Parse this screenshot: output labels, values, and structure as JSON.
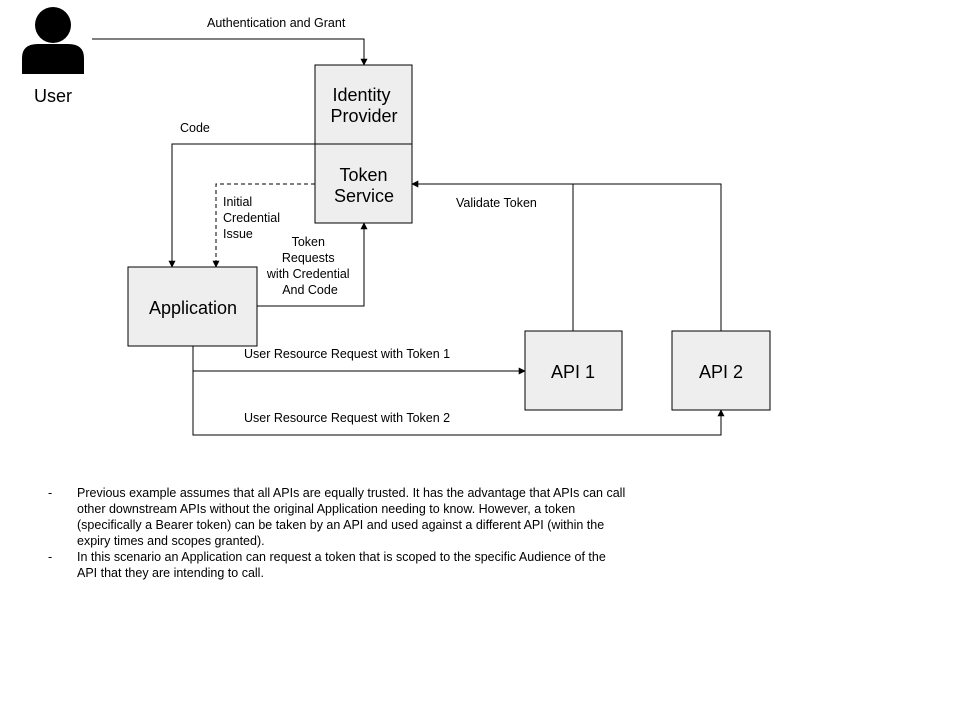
{
  "user": {
    "label": "User",
    "icon": "user-person-icon"
  },
  "nodes": {
    "identity_provider": [
      "Identity",
      "Provider"
    ],
    "token_service": [
      "Token",
      "Service"
    ],
    "application": "Application",
    "api1": "API 1",
    "api2": "API 2"
  },
  "edges": {
    "auth_grant": "Authentication and Grant",
    "code": "Code",
    "initial_credential": [
      "Initial",
      "Credential",
      "Issue"
    ],
    "token_requests": [
      "Token",
      "Requests",
      "with Credential",
      "And Code"
    ],
    "validate_token": "Validate Token",
    "request_token1": "User Resource Request with Token 1",
    "request_token2": "User Resource Request with Token 2"
  },
  "notes": [
    {
      "bullet": "-",
      "text": "Previous example assumes that all APIs are equally trusted. It has the advantage that APIs can call other downstream APIs without the original Application needing to know. However, a token (specifically a Bearer token) can be taken by an API and used against a different API (within the expiry times and scopes granted)."
    },
    {
      "bullet": "-",
      "text": "In this scenario an Application can request a token that is scoped to the specific Audience of the API that they are intending to call."
    }
  ],
  "colors": {
    "box_fill": "#eeeeee",
    "stroke": "#000000"
  }
}
